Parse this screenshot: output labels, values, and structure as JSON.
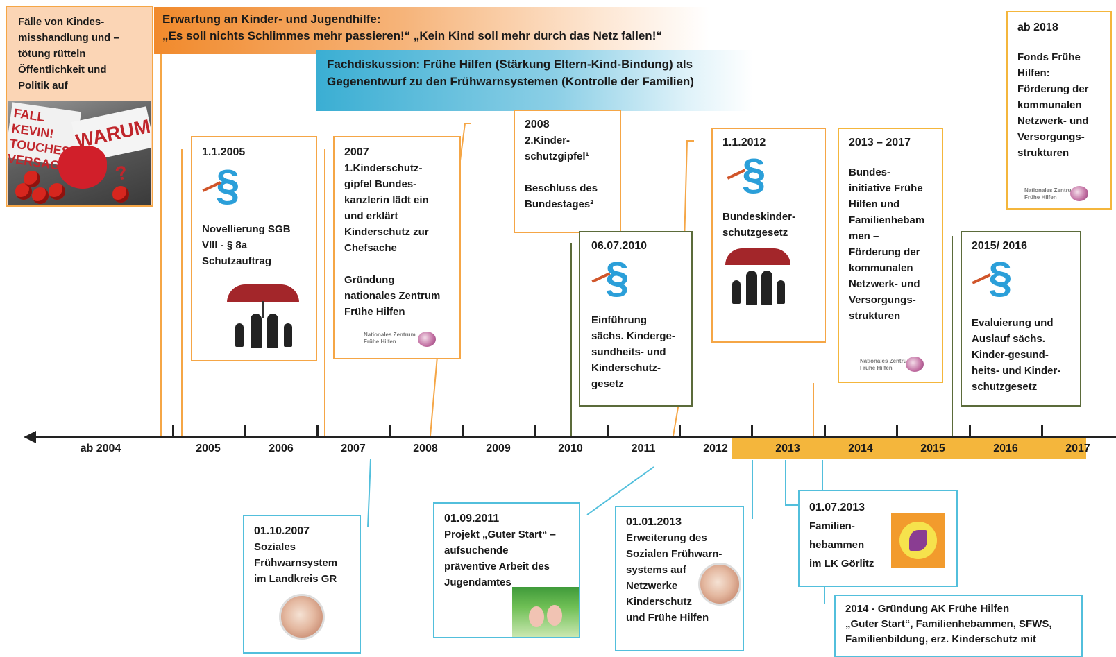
{
  "intro": {
    "text": "Fälle von Kindes-\nmisshandlung und –\ntötung rütteln\nÖffentlichkeit und\nPolitik auf",
    "photo_sign1": "FALL KEVIN!\nTOUCHES\nVERSAGEN",
    "photo_sign2": "WARUM ?"
  },
  "banner_orange": {
    "line1": "Erwartung an Kinder- und Jugendhilfe:",
    "line2": "„Es soll nichts Schlimmes mehr passieren!“ „Kein Kind soll mehr durch das Netz fallen!“"
  },
  "banner_blue": {
    "line1": "Fachdiskussion: Frühe Hilfen (Stärkung Eltern-Kind-Bindung) als",
    "line2": "Gegenentwurf zu den Frühwarnsystemen (Kontrolle der Familien)"
  },
  "events_top": [
    {
      "date": "1.1.2005",
      "text": "Novellierung SGB\nVIII - § 8a\nSchutzauftrag"
    },
    {
      "date": "2007",
      "text": "1.Kinderschutz-\ngipfel Bundes-\nkanzlerin lädt ein\nund erklärt\nKinderschutz zur\nChefsache\n\nGründung\nnationales Zentrum\nFrühe Hilfen"
    },
    {
      "date": "2008",
      "text": "2.Kinder-\nschutzgipfel¹\n\nBeschluss des\nBundestages²"
    },
    {
      "date": "06.07.2010",
      "text": "Einführung\nsächs. Kinderge-\nsundheits- und\nKinderschutz-\ngesetz"
    },
    {
      "date": "1.1.2012",
      "text": "Bundeskinder-\nschutzgesetz"
    },
    {
      "date": "2013 – 2017",
      "text": "Bundes-\ninitiative Frühe\nHilfen und\nFamilienhebam\nmen –\nFörderung der\nkommunalen\nNetzwerk- und\nVersorgungs-\nstrukturen"
    },
    {
      "date": "2015/ 2016",
      "text": "Evaluierung und\nAuslauf sächs.\nKinder-gesund-\nheits- und Kinder-\nschutzgesetz"
    },
    {
      "date": "ab 2018",
      "text": "Fonds Frühe\nHilfen:\nFörderung der\nkommunalen\nNetzwerk- und\nVersorgungs-\nstrukturen"
    }
  ],
  "events_bottom": [
    {
      "date": "01.10.2007",
      "text": "Soziales\nFrühwarnsystem\nim Landkreis GR"
    },
    {
      "date": "01.09.2011",
      "text": "Projekt „Guter Start“ –\n aufsuchende\npräventive Arbeit des\nJugendamtes"
    },
    {
      "date": "01.01.2013",
      "text": "Erweiterung des\nSozialen Frühwarn-\nsystems auf\nNetzwerke\nKinderschutz\nund  Frühe Hilfen"
    },
    {
      "date": "01.07.2013",
      "text": "Familien-\nhebammen\nim LK Görlitz"
    },
    {
      "date": "",
      "text": "2014 - Gründung AK Frühe Hilfen\n„Guter Start“, Familienhebammen, SFWS,\nFamilienbildung, erz. Kinderschutz mit"
    }
  ],
  "timeline": {
    "years": [
      "ab 2004",
      "2005",
      "2006",
      "2007",
      "2008",
      "2009",
      "2010",
      "2011",
      "2012",
      "2013",
      "2014",
      "2015",
      "2016",
      "2017"
    ]
  },
  "icons": {
    "paragraph": "§",
    "logo_small": "Nationales Zentrum Frühe Hilfen"
  },
  "colors": {
    "orange": "#f5a646",
    "green": "#5b6b3a",
    "cyan": "#52bfdc",
    "gold": "#f4b63c",
    "paragraph_blue": "#2b9fd9"
  }
}
